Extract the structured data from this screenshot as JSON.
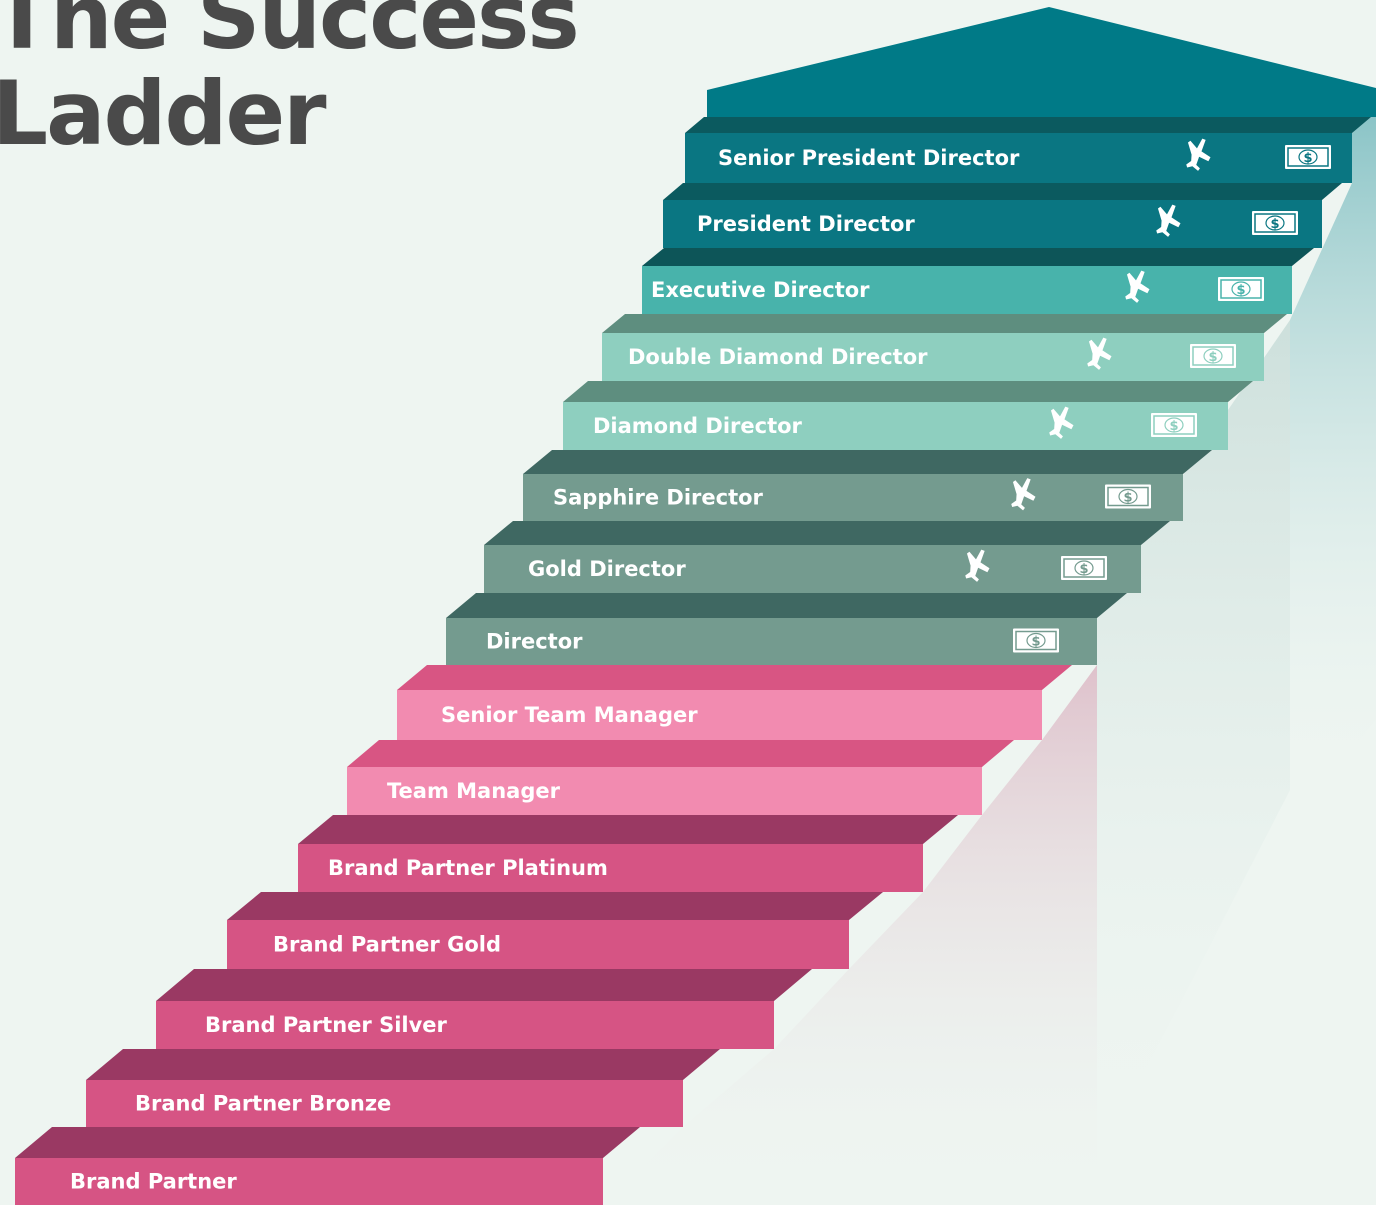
{
  "title": {
    "line1": "The Success",
    "line2": "Ladder"
  },
  "icons": {
    "travel": "airplane-icon",
    "cash": "dollar-bill-icon",
    "cash_symbol": "$"
  },
  "colors": {
    "background": "#eef5f1",
    "roof": "#007a87",
    "title": "#4a4a4a"
  },
  "steps": [
    {
      "label": "Senior President Director",
      "travel": true,
      "cash": true,
      "front": "#0a7682",
      "top": "#0b5a5f"
    },
    {
      "label": "President Director",
      "travel": true,
      "cash": true,
      "front": "#0a7682",
      "top": "#0b5a5f"
    },
    {
      "label": "Executive Director",
      "travel": true,
      "cash": true,
      "front": "#48b3ab",
      "top": "#0d5558"
    },
    {
      "label": "Double Diamond Director",
      "travel": true,
      "cash": true,
      "front": "#8ecfbf",
      "top": "#5e8e7f"
    },
    {
      "label": "Diamond Director",
      "travel": true,
      "cash": true,
      "front": "#8ecfbf",
      "top": "#5e8e7f"
    },
    {
      "label": "Sapphire Director",
      "travel": true,
      "cash": true,
      "front": "#749b8f",
      "top": "#3f6862"
    },
    {
      "label": "Gold Director",
      "travel": true,
      "cash": true,
      "front": "#749b8f",
      "top": "#3f6862"
    },
    {
      "label": "Director",
      "travel": false,
      "cash": true,
      "front": "#749b8f",
      "top": "#3f6862"
    },
    {
      "label": "Senior Team Manager",
      "travel": false,
      "cash": false,
      "front": "#f28bb0",
      "top": "#d85583"
    },
    {
      "label": "Team Manager",
      "travel": false,
      "cash": false,
      "front": "#f28bb0",
      "top": "#d85583"
    },
    {
      "label": "Brand Partner Platinum",
      "travel": false,
      "cash": false,
      "front": "#d65484",
      "top": "#9a3963"
    },
    {
      "label": "Brand Partner Gold",
      "travel": false,
      "cash": false,
      "front": "#d65484",
      "top": "#9a3963"
    },
    {
      "label": "Brand Partner Silver",
      "travel": false,
      "cash": false,
      "front": "#d65484",
      "top": "#9a3963"
    },
    {
      "label": "Brand Partner Bronze",
      "travel": false,
      "cash": false,
      "front": "#d65484",
      "top": "#9a3963"
    },
    {
      "label": "Brand Partner",
      "travel": false,
      "cash": false,
      "front": "#d65484",
      "top": "#9a3963"
    }
  ]
}
